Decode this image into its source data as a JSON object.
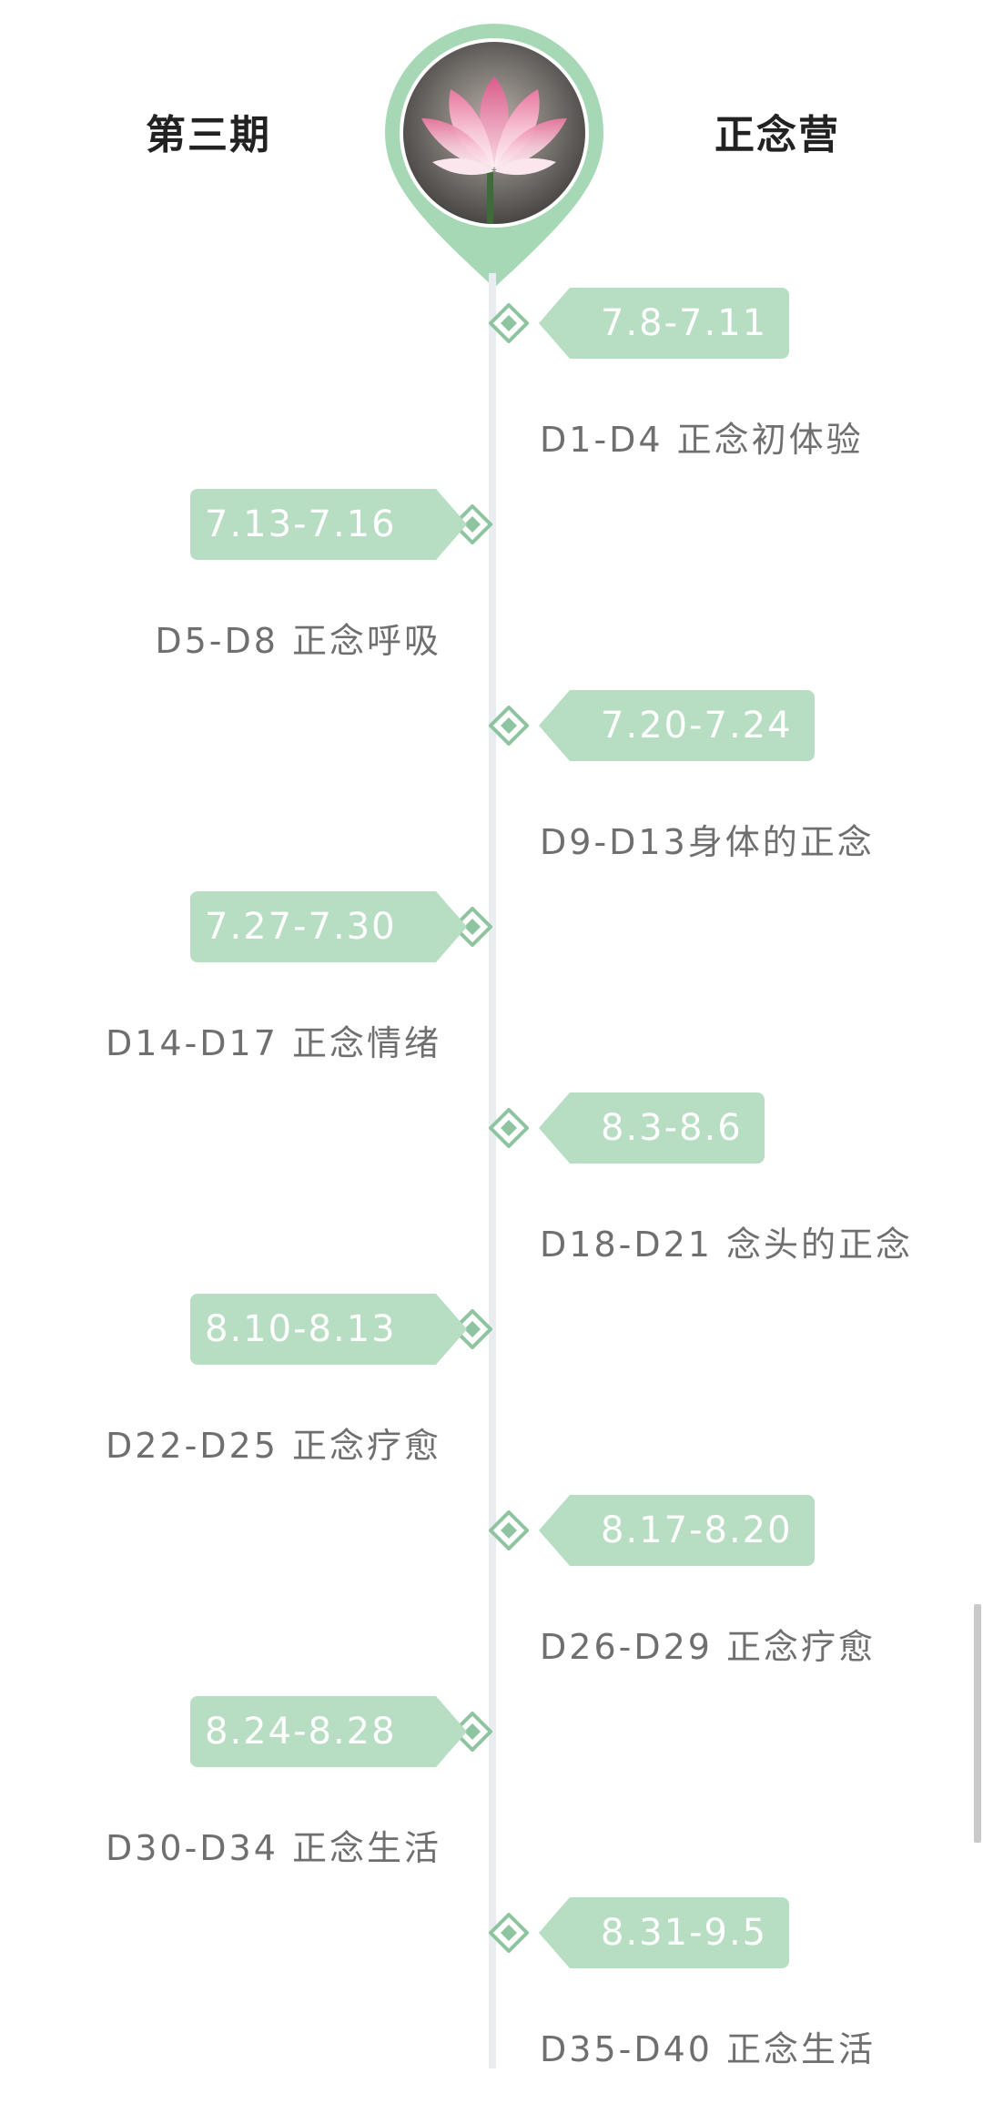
{
  "header": {
    "left_title": "第三期",
    "right_title": "正念营"
  },
  "colors": {
    "accent": "#b7dec3",
    "marker": "#8fc4a0",
    "axis": "#e9edf1",
    "description_text": "#6f6f6f",
    "title_text": "#222222"
  },
  "avatar_icon": "lotus-flower-photo",
  "timeline": {
    "items": [
      {
        "date": "7.8-7.11",
        "label": "D1-D4 正念初体验",
        "side": "right"
      },
      {
        "date": "7.13-7.16",
        "label": "D5-D8 正念呼吸",
        "side": "left"
      },
      {
        "date": "7.20-7.24",
        "label": "D9-D13身体的正念",
        "side": "right"
      },
      {
        "date": "7.27-7.30",
        "label": "D14-D17 正念情绪",
        "side": "left"
      },
      {
        "date": "8.3-8.6",
        "label": "D18-D21 念头的正念",
        "side": "right"
      },
      {
        "date": "8.10-8.13",
        "label": "D22-D25 正念疗愈",
        "side": "left"
      },
      {
        "date": "8.17-8.20",
        "label": "D26-D29 正念疗愈",
        "side": "right"
      },
      {
        "date": "8.24-8.28",
        "label": "D30-D34 正念生活",
        "side": "left"
      },
      {
        "date": "8.31-9.5",
        "label": "D35-D40 正念生活",
        "side": "right"
      }
    ]
  }
}
